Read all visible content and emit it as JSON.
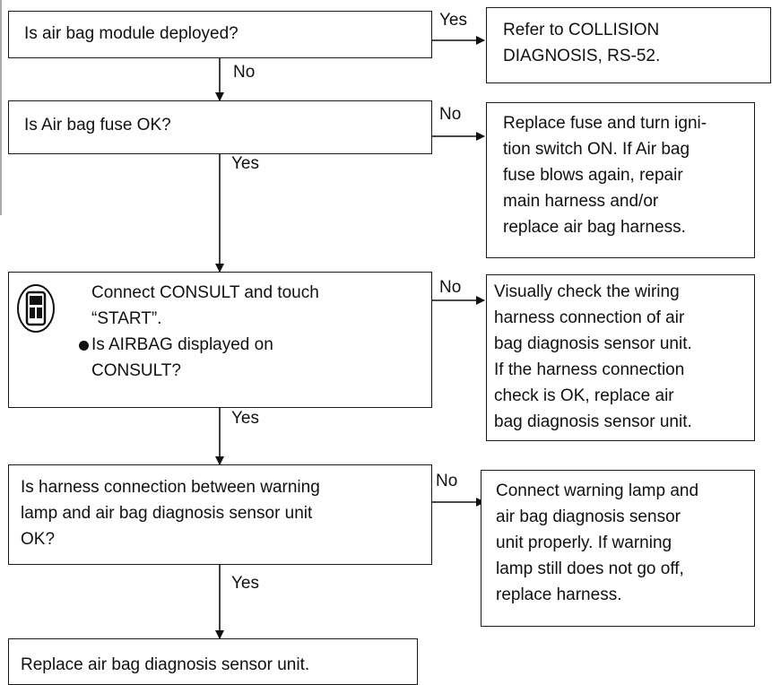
{
  "steps": [
    {
      "question": "Is air bag module deployed?",
      "yes_label": "Yes",
      "no_label": "No",
      "action": "Refer to COLLISION\nDIAGNOSIS, RS-52."
    },
    {
      "question": "Is Air bag fuse OK?",
      "no_label": "No",
      "yes_label": "Yes",
      "action": "Replace fuse and turn igni-\ntion switch ON. If Air bag\nfuse blows again, repair\nmain harness and/or\nreplace air bag harness."
    },
    {
      "question": "Connect CONSULT and touch\n“START”.",
      "bullet": "Is AIRBAG displayed on\nCONSULT?",
      "icon": "consult-tester-icon",
      "no_label": "No",
      "yes_label": "Yes",
      "action": "Visually check the wiring\nharness connection of air\nbag diagnosis sensor unit.\nIf the harness connection\ncheck is OK, replace air\nbag diagnosis sensor unit."
    },
    {
      "question": "Is harness connection between warning\nlamp and air bag diagnosis sensor unit\nOK?",
      "no_label": "No",
      "yes_label": "Yes",
      "action": "Connect warning lamp and\nair bag diagnosis sensor\nunit properly. If warning\nlamp still does not go off,\nreplace harness."
    }
  ],
  "final_action": "Replace air bag diagnosis sensor unit."
}
